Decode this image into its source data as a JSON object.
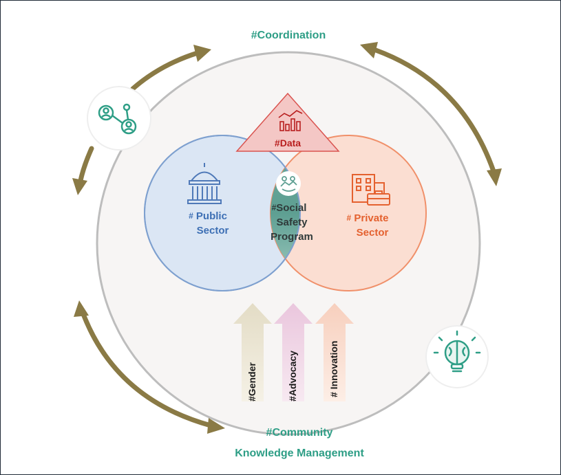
{
  "top_label": "#Coordination",
  "bottom_label_1": "#Community",
  "bottom_label_2": "Knowledge Management",
  "center": {
    "data_label": "#Data",
    "public_hash": "#",
    "public_line1": "Public",
    "public_line2": "Sector",
    "private_hash": "#",
    "private_line1": "Private",
    "private_line2": "Sector",
    "ssp_hash": "#",
    "ssp_line1": "Social",
    "ssp_line2": "Safety",
    "ssp_line3": "Program"
  },
  "arrows": [
    {
      "label": "#Gender",
      "color": "#f0ead6"
    },
    {
      "label": "#Advocacy",
      "color": "#f2dbe9"
    },
    {
      "label": "# Innovation",
      "color": "#fbe1d6"
    }
  ],
  "icons": [
    "network-icon",
    "brain-bulb-icon",
    "government-building-icon",
    "office-building-icon",
    "handshake-icon",
    "chart-icon"
  ],
  "colors": {
    "accent_teal": "#2e9e86",
    "public_blue": "#3d6fb4",
    "private_orange": "#e4612f",
    "data_red": "#b81e1e",
    "cycle_arrow": "#8a7a45"
  }
}
